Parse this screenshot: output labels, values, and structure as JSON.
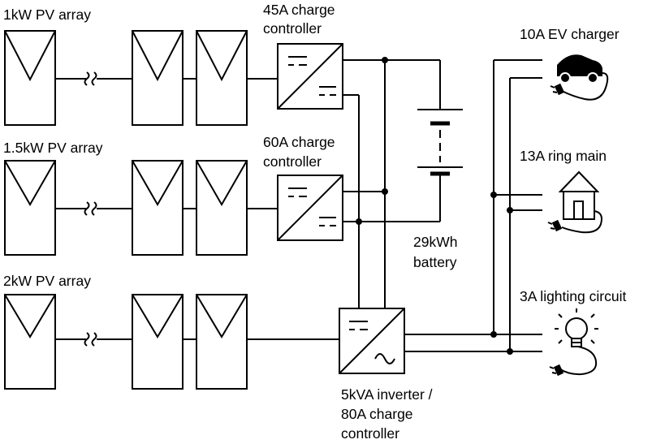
{
  "pv_arrays": [
    {
      "label": "1kW PV array"
    },
    {
      "label": "1.5kW PV array"
    },
    {
      "label": "2kW PV array"
    }
  ],
  "controllers": [
    {
      "line1": "45A charge",
      "line2": "controller"
    },
    {
      "line1": "60A charge",
      "line2": "controller"
    }
  ],
  "inverter": {
    "line1": "5kVA inverter /",
    "line2": "80A charge",
    "line3": "controller"
  },
  "battery": {
    "line1": "29kWh",
    "line2": "battery"
  },
  "loads": [
    {
      "label": "10A EV charger",
      "icon": "ev-car-icon"
    },
    {
      "label": "13A ring main",
      "icon": "house-icon"
    },
    {
      "label": "3A lighting circuit",
      "icon": "lightbulb-icon"
    }
  ],
  "icons": {
    "break": "wavy-break-icon",
    "plug": "plug-icon",
    "dc": "dc-symbol-icon",
    "ac": "sine-wave-icon"
  }
}
